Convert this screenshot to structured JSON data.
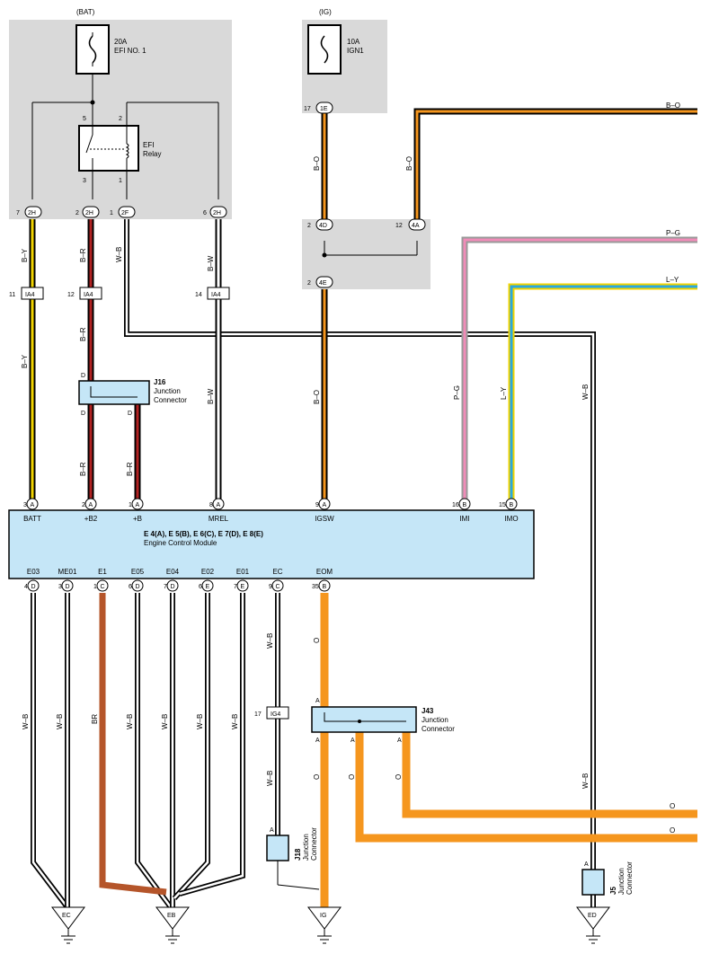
{
  "supply": {
    "bat_label": "(BAT)",
    "ig_label": "(IG)",
    "fuse1_amp": "20A",
    "fuse1_name": "EFI NO. 1",
    "fuse2_amp": "10A",
    "fuse2_name": "IGN1",
    "relay_name1": "EFI",
    "relay_name2": "Relay",
    "relay_pins": [
      "5",
      "2",
      "3",
      "1"
    ]
  },
  "connectors": {
    "c_2H_a": "2H",
    "c_2H_b": "2H",
    "c_2F": "2F",
    "c_2H_c": "2H",
    "c_1E": "1E",
    "c_4D": "4D",
    "c_4A": "4A",
    "c_4E": "4E",
    "c_IA4_a": "IA4",
    "c_IA4_b": "IA4",
    "c_IA4_c": "IA4",
    "c_IG4": "IG4",
    "pin7": "7",
    "pin2": "2",
    "pin1": "1",
    "pin6": "6",
    "pin17": "17",
    "pin2b": "2",
    "pin12": "12",
    "pin2c": "2",
    "pin11": "11",
    "pin12b": "12",
    "pin14": "14",
    "pin17b": "17"
  },
  "wires": {
    "BY": "B–Y",
    "BR": "B–R",
    "WB": "W–B",
    "BW": "B–W",
    "BO": "B–O",
    "PG": "P–G",
    "LY": "L–Y",
    "O": "O",
    "BR2": "BR"
  },
  "junctions": {
    "j16_id": "J16",
    "j16_name1": "Junction",
    "j16_name2": "Connector",
    "j43_id": "J43",
    "j43_name1": "Junction",
    "j43_name2": "Connector",
    "j18_id": "J18",
    "j18_name1": "Junction",
    "j18_name2": "Connector",
    "j5_id": "J5",
    "j5_name1": "Junction",
    "j5_name2": "Connector",
    "d_letter": "D",
    "a_letter": "A"
  },
  "ecm": {
    "title1": "E 4(A), E 5(B), E 6(C), E 7(D), E 8(E)",
    "title2": "Engine Control Module",
    "top_pins": [
      {
        "num": "3",
        "letter": "A",
        "name": "BATT"
      },
      {
        "num": "2",
        "letter": "A",
        "name": "+B2"
      },
      {
        "num": "1",
        "letter": "A",
        "name": "+B"
      },
      {
        "num": "8",
        "letter": "A",
        "name": "MREL"
      },
      {
        "num": "9",
        "letter": "A",
        "name": "IGSW"
      },
      {
        "num": "16",
        "letter": "B",
        "name": "IMI"
      },
      {
        "num": "15",
        "letter": "B",
        "name": "IMO"
      }
    ],
    "bottom_pins": [
      {
        "num": "4",
        "letter": "D",
        "name": "E03"
      },
      {
        "num": "3",
        "letter": "D",
        "name": "ME01"
      },
      {
        "num": "1",
        "letter": "C",
        "name": "E1"
      },
      {
        "num": "6",
        "letter": "D",
        "name": "E05"
      },
      {
        "num": "7",
        "letter": "D",
        "name": "E04"
      },
      {
        "num": "6",
        "letter": "E",
        "name": "E02"
      },
      {
        "num": "7",
        "letter": "E",
        "name": "E01"
      },
      {
        "num": "9",
        "letter": "C",
        "name": "EC"
      },
      {
        "num": "35",
        "letter": "B",
        "name": "EOM"
      }
    ]
  },
  "grounds": {
    "EC": "EC",
    "EB": "EB",
    "IG": "IG",
    "ED": "ED"
  },
  "colors": {
    "gray_bg": "#d9d9d9",
    "ecm_fill": "#c5e6f7",
    "orange": "#f5961e",
    "brown": "#b5552a",
    "yellow": "#f2d400",
    "red": "#b22222",
    "pink": "#f08cb8",
    "blue": "#29a8df"
  }
}
